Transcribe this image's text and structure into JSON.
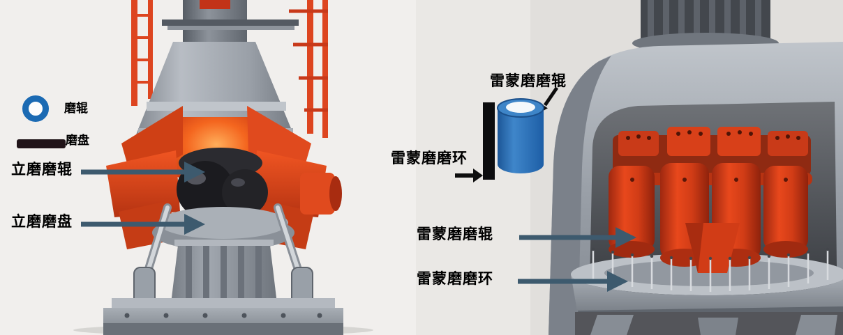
{
  "colors": {
    "arrow": "#3d5a6e",
    "small_arrow": "#0e0e0e",
    "legend_blue": "#1b6ab3",
    "legend_dark": "#201318",
    "ring_bar": "#0d0d0f",
    "text": "#000000",
    "bg": "#efedeb"
  },
  "left": {
    "legend_roller_label": "磨辊",
    "legend_disc_label": "磨盘",
    "callout_roller_label": "立磨磨辊",
    "callout_disc_label": "立磨磨盘"
  },
  "right": {
    "legend_roller_label": "雷蒙磨磨辊",
    "legend_ring_label": "雷蒙磨磨环",
    "callout_roller_label": "雷蒙磨磨辊",
    "callout_ring_label": "雷蒙磨磨环"
  }
}
